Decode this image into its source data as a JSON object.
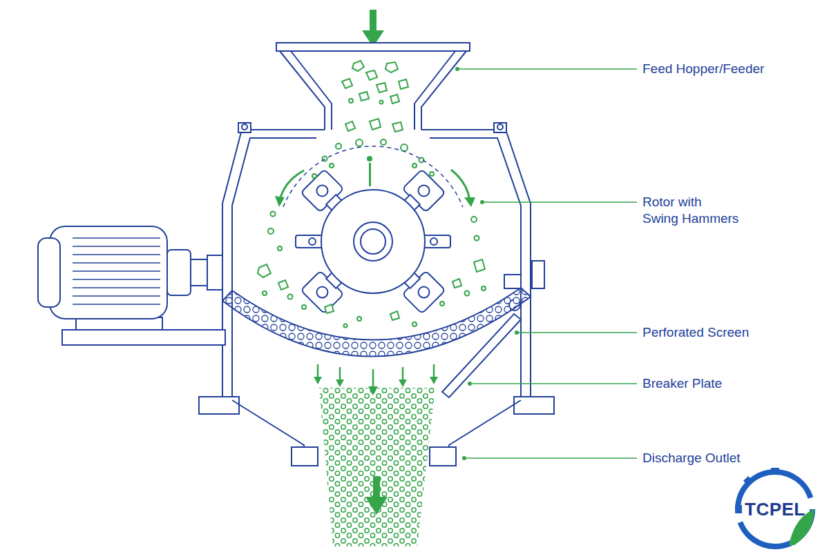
{
  "diagram": {
    "labels": [
      "Feed Hopper/Feeder",
      "Rotor with Swing Hammers",
      "Perforated Screen",
      "Breaker Plate",
      "Discharge Outlet",
      "TCPEL"
    ]
  }
}
